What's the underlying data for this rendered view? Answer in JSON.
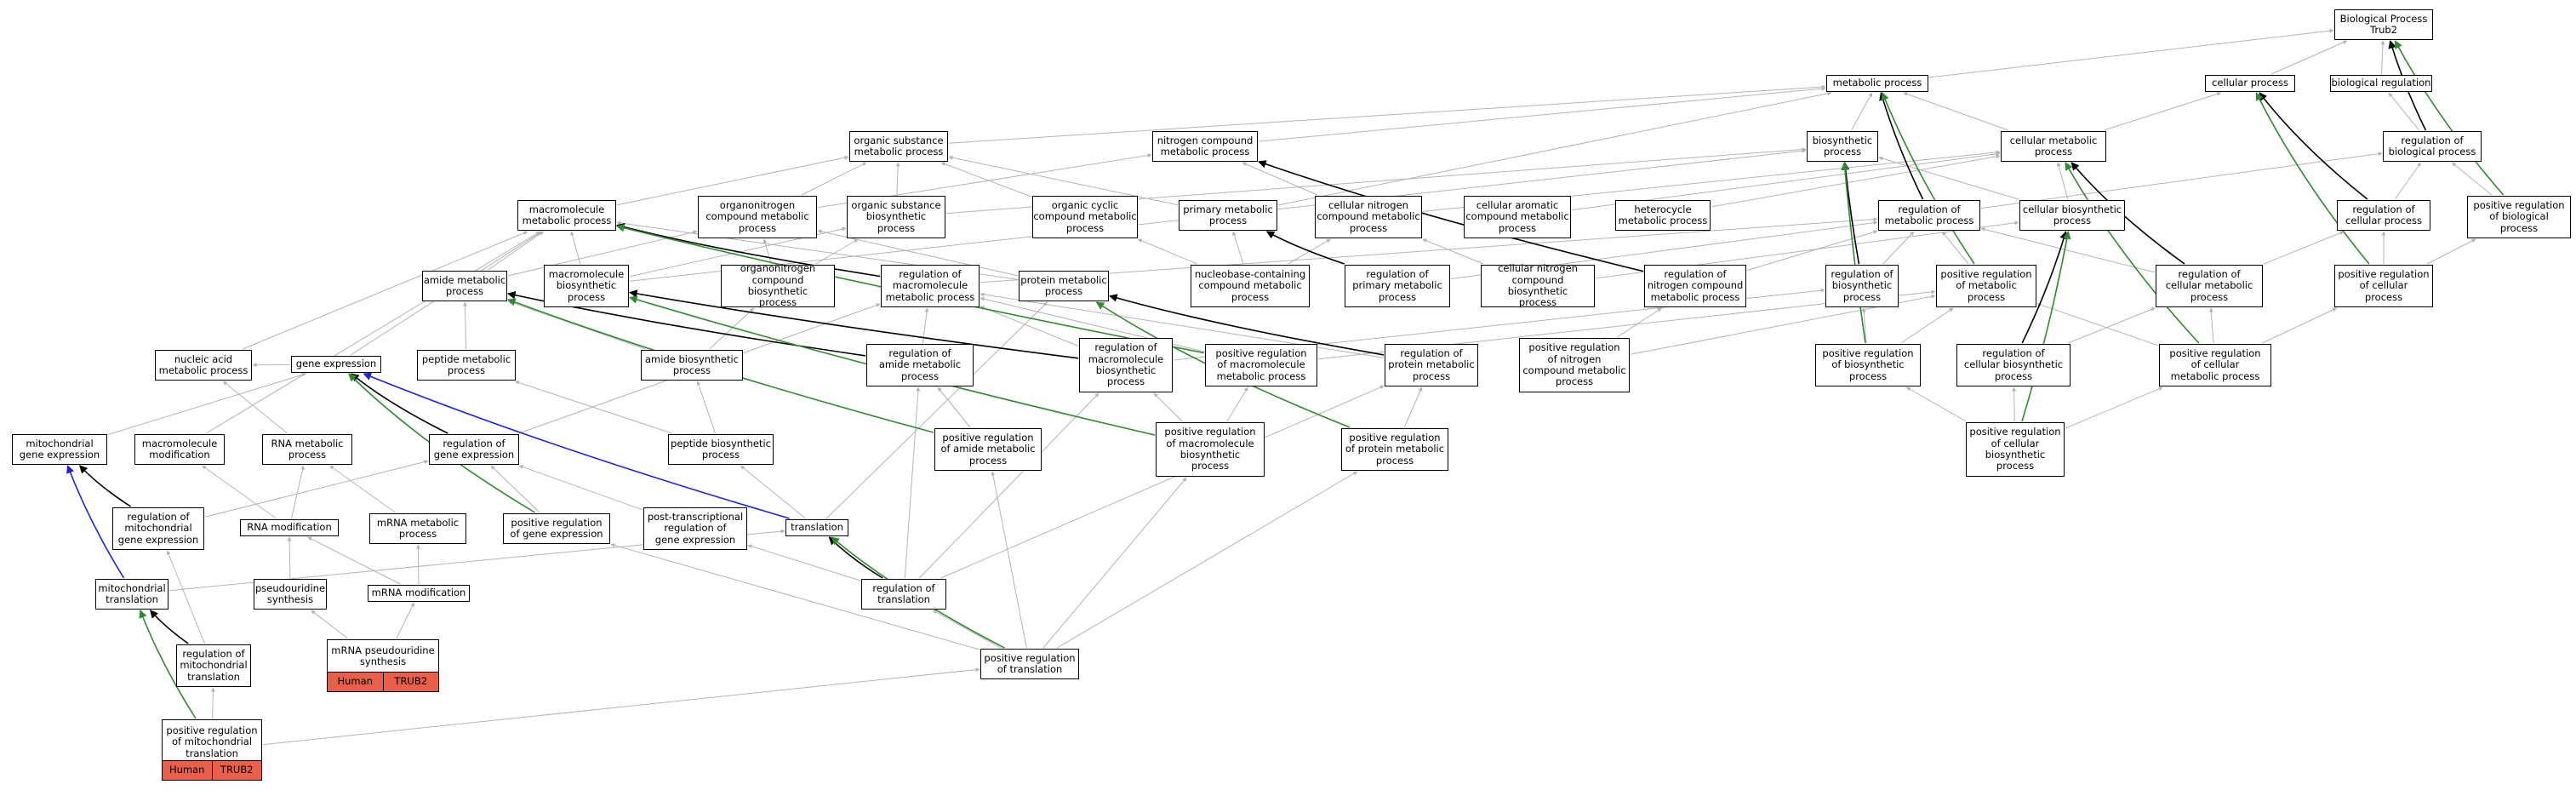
{
  "graph": {
    "nodes": {
      "bp": "Biological Process\nTrub2",
      "mp": "metabolic process",
      "cp": "cellular process",
      "breg": "biological regulation",
      "osmp": "organic substance\nmetabolic process",
      "ncmp": "nitrogen compound\nmetabolic process",
      "bios": "biosynthetic\nprocess",
      "cmp": "cellular metabolic\nprocess",
      "rbp": "regulation of\nbiological process",
      "mmp": "macromolecule\nmetabolic process",
      "onmp": "organonitrogen\ncompound metabolic\nprocess",
      "osbp": "organic substance\nbiosynthetic\nprocess",
      "occmp": "organic cyclic\ncompound metabolic\nprocess",
      "pmp": "primary metabolic\nprocess",
      "cncmp": "cellular nitrogen\ncompound metabolic\nprocess",
      "cacmp": "cellular aromatic\ncompound metabolic\nprocess",
      "hmp": "heterocycle\nmetabolic process",
      "rmp": "regulation of\nmetabolic process",
      "cbp": "cellular biosynthetic\nprocess",
      "rcp": "regulation of\ncellular process",
      "prbp": "positive regulation\nof biological\nprocess",
      "ammp": "amide metabolic\nprocess",
      "mbp": "macromolecule\nbiosynthetic\nprocess",
      "onbp": "organonitrogen\ncompound biosynthetic\nprocess",
      "rmmp": "regulation of\nmacromolecule\nmetabolic process",
      "prmp2": "protein metabolic\nprocess",
      "ncbp": "nucleobase-containing\ncompound metabolic\nprocess",
      "rpmp": "regulation of\nprimary metabolic\nprocess",
      "cncbp": "cellular nitrogen\ncompound biosynthetic\nprocess",
      "rncmp": "regulation of\nnitrogen compound\nmetabolic process",
      "rbsp": "regulation of\nbiosynthetic\nprocess",
      "prmp": "positive regulation\nof metabolic\nprocess",
      "rcmp": "regulation of\ncellular metabolic\nprocess",
      "prcp": "positive regulation\nof cellular\nprocess",
      "namp": "nucleic acid\nmetabolic process",
      "ge": "gene expression",
      "pepmp": "peptide metabolic\nprocess",
      "abp": "amide biosynthetic\nprocess",
      "ramp": "regulation of\namide metabolic\nprocess",
      "rmbp": "regulation of\nmacromolecule\nbiosynthetic\nprocess",
      "prmmp": "positive regulation\nof macromolecule\nmetabolic process",
      "rprmp": "regulation of\nprotein metabolic\nprocess",
      "prncmp": "positive regulation\nof nitrogen\ncompound metabolic\nprocess",
      "prbsp": "positive regulation\nof biosynthetic\nprocess",
      "rcbp": "regulation of\ncellular biosynthetic\nprocess",
      "prcmp": "positive regulation\nof cellular\nmetabolic process",
      "mge": "mitochondrial\ngene expression",
      "mmod": "macromolecule\nmodification",
      "rnamp": "RNA metabolic\nprocess",
      "rge": "regulation of\ngene expression",
      "pepbp": "peptide biosynthetic\nprocess",
      "pramp": "positive regulation\nof amide metabolic\nprocess",
      "prmbp": "positive regulation\nof macromolecule\nbiosynthetic\nprocess",
      "prprmp": "positive regulation\nof protein metabolic\nprocess",
      "prcbp": "positive regulation\nof cellular\nbiosynthetic\nprocess",
      "rmge": "regulation of\nmitochondrial\ngene expression",
      "rnamod": "RNA modification",
      "mrnamp": "mRNA metabolic\nprocess",
      "prge": "positive regulation\nof gene expression",
      "ptrge": "post-transcriptional\nregulation of\ngene expression",
      "tr": "translation",
      "mtr": "mitochondrial\ntranslation",
      "psyn": "pseudouridine\nsynthesis",
      "mrnamod": "mRNA modification",
      "rtr": "regulation of\ntranslation",
      "rmtr": "regulation of\nmitochondrial\ntranslation",
      "mps": "mRNA pseudouridine\nsynthesis",
      "prtr": "positive regulation\nof translation",
      "prmtr": "positive regulation\nof mitochondrial\ntranslation"
    },
    "annotations": {
      "mps": [
        "Human",
        "TRUB2"
      ],
      "prmtr": [
        "Human",
        "TRUB2"
      ]
    },
    "edge_colors": {
      "is_a": "#b4b4b4",
      "regulates": "#000000",
      "positively_regulates": "#2e8b2e",
      "part_of": "#1f1fe0"
    }
  }
}
